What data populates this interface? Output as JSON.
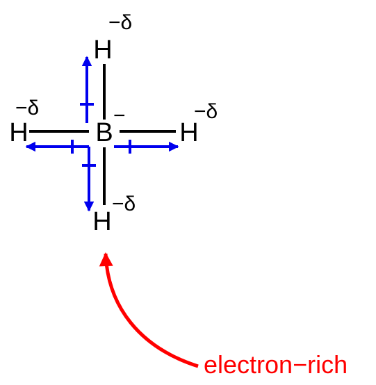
{
  "molecule": {
    "central_atom": "B",
    "central_charge": "−",
    "atoms": {
      "top": "H",
      "left": "H",
      "right": "H",
      "bottom": "H"
    },
    "partial_charges": {
      "top": "−δ",
      "left": "−δ",
      "right": "−δ",
      "bottom": "−δ"
    }
  },
  "annotation": {
    "text": "electron−rich"
  },
  "colors": {
    "bond": "#000000",
    "dipole": "#0000ee",
    "annotation": "#ff0000"
  }
}
